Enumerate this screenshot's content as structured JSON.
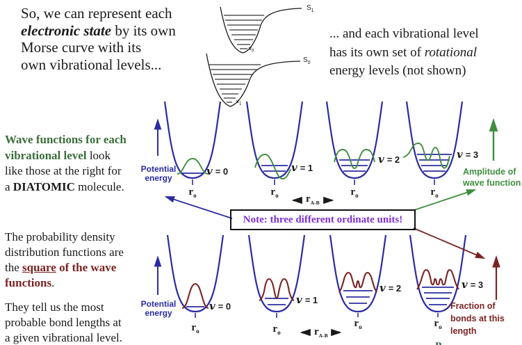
{
  "colors": {
    "blue": "#2b2ba3",
    "green": "#3f8e3f",
    "greendark": "#3a6e3a",
    "maroon": "#7b2323",
    "purple": "#7d30d0"
  },
  "intro": {
    "line1": "So, we can represent each",
    "line2_bi": "electronic state",
    "line2_rest": " by its own",
    "line3": "Morse curve with its",
    "line4": "own vibrational levels..."
  },
  "rotational_note": {
    "line1": "... and each vibrational level",
    "line2_pre": "has its own set of ",
    "line2_italic": "rotational",
    "line3": "energy levels (not shown)"
  },
  "morse_labels": {
    "s1_base": "S",
    "s1_sub": "1",
    "s0_base": "S",
    "s0_sub": "0",
    "v_upper_base": "v",
    "v_upper_sub": "0",
    "v_lower_base": "v",
    "v_lower_sub": "1"
  },
  "wave_text": {
    "green1": "Wave functions for each",
    "green2": "vibrational level",
    "black2": " look",
    "line3": "like those at the right for",
    "line4_pre": "a ",
    "line4_bold": "DIATOMIC",
    "line4_post": " molecule."
  },
  "prob_text": {
    "line1": "The probability density",
    "line2": "distribution functions are",
    "line3_pre": "the ",
    "line3_underline": "square",
    "line3_bold": " of the wave",
    "line4_bold": "functions",
    "line4_post": ".",
    "line5": "They tell us the most",
    "line6": "probable bond lengths at",
    "line7": "a given vibrational level."
  },
  "note_box": {
    "text": "Note: three different ordinate units!"
  },
  "potential_axis": {
    "line1": "Potential",
    "line2": "energy"
  },
  "amplitude_label": {
    "line1": "Amplitude of",
    "line2": "wave function"
  },
  "fraction_label": {
    "line1": "Fraction of",
    "line2": "bonds at this",
    "line3": "length"
  },
  "r0_label": {
    "base": "r",
    "sub": "o"
  },
  "rab_label": {
    "base": "r",
    "sub": "A-B"
  },
  "quantum": [
    {
      "sym": "v",
      "eq": "= 0"
    },
    {
      "sym": "v",
      "eq": "= 1"
    },
    {
      "sym": "v",
      "eq": "= 2"
    },
    {
      "sym": "v",
      "eq": "= 3"
    }
  ],
  "footer_partial": "B"
}
